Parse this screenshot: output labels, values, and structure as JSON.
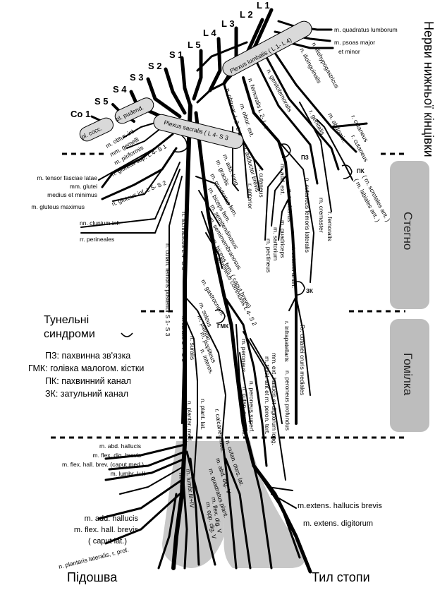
{
  "title": "Нерви нижньої кінцівки",
  "regions": {
    "thigh": "Стегно",
    "shin": "Гомілка"
  },
  "foot_labels": {
    "sole": "Підошва",
    "dorsum": "Тил стопи"
  },
  "roots": [
    "L 1",
    "L 2",
    "L 3",
    "L 4",
    "L 5",
    "S 1",
    "S 2",
    "S 3",
    "S 4",
    "S 5",
    "Co 1"
  ],
  "plexuses": {
    "lumbalis": "Plexus lumbalis ( L 1- L 4)",
    "sacralis": "Plexus sacralis ( L 4- S 3",
    "pudendus": "pl. pudend.",
    "coccygeus": "pl. cocc."
  },
  "legend": {
    "heading_line1": "Тунельні",
    "heading_line2": "синдроми",
    "items": [
      "ПЗ: пахвинна зв'язка",
      "ГМК: голівка малогом. кістки",
      "ПК: пахвинний канал",
      "ЗК: затульний канал"
    ]
  },
  "tunnel_marks": [
    "ПЗ",
    "ПК",
    "ЗК",
    "ГМК"
  ],
  "labels": {
    "quadratus_lumborum": "m. quadratus lumborum",
    "psoas_major": "m. psoas major",
    "et_minor": "et minor",
    "iliohypogastricus": "n. iliohypogastricus",
    "ilioinguinalis": "n. ilioinguinalis",
    "genitofemoralis": "n. genitofemoralis",
    "femoralis": "n. femoralis L 2- L 4",
    "obturatorius": "n. obturat. L 2- L 4",
    "r_genitalis": "r. genitalis",
    "r_cutaneus_top": "r. cutaneus",
    "m_abdomin": "m. abdomin.",
    "m_obtur_ext": "m. obtur. ext.",
    "m_obtur_int": "m. obtur. int.",
    "mm_gemelli": "mm. gemelli",
    "m_piriformis": "m. piriformis",
    "gluteus_sup": "n. gluteus sup. L 4- S 1",
    "tensor_1": "m. tensor fasciae latae",
    "tensor_2": "mm. glutei",
    "tensor_3": "medius et minimus",
    "gluteus_inf": "n. gluteus inf. L 5- S 2",
    "gluteus_max": "m. gluteus maximus",
    "clunium_inf": "nn. clunium inf.",
    "rr_perineales": "rr. perineales",
    "cutan_fem_post": "n. cutan. femoris posterior S 1- S 3",
    "ischiadicus": "n. ischiadicus L 4- S 3",
    "adductor_brevis": "m. adductor brevis",
    "add_long": "m. add. long",
    "gracilis": "m. gracilis",
    "quadratus_fem": "m. quadratus fem.",
    "biceps_fem": "m. biceps fem.",
    "semitendinosus": "m. semitendinosus",
    "semimembranosus": "m. semimembranosus",
    "biceps_caput_breve": "m. biceps fem. ( caput breve)",
    "peroneus_communis": "n. peroneus communis L 4- S 2",
    "r_cutaneus_mid": "r. cutaneus",
    "r_anterior": "r. anterior",
    "m_add_ext": "m. add. ext.",
    "m_quadriceps": "m. quadriceps",
    "m_sartorium": "m. sartorium",
    "m_pectineus": "m. pectineus",
    "n_saphenus": "n. saphenus",
    "r_cutanei_anter": "r. cutanei anter.",
    "r_infrapatellaris": "r. infrapatellaris",
    "cut_fem_lat": "n. cutaneus femoris lateralis",
    "m_cremaster": "m. cremaster",
    "r_femoralis": "r. femoralis",
    "scrotales": "( rn. scrotales ant. )",
    "labiales": "( rn. labiales ant. )",
    "r_cutaneus_right": "r. cutaneus",
    "gastrocnem": "m. gastrocnem.",
    "soleus": "m. soleus",
    "plantar": "m. plantar.",
    "popliteus": "m. popliteus",
    "interos": "n. interos.",
    "suralis": "n. suralis",
    "tibialis": "n. tibialis L 4- S 3",
    "m_peroneus": "m. peroneus",
    "peroneus_superf": "n. peroneus superf.",
    "cutan_surae_lat": "n. cutan. surae lat.",
    "peroneus_profundus": "n. peroneus profundus",
    "mm_ext_hallucis": "mm. ext. hallucis et digitorum long.",
    "tibial_ant": "m. tibial. ant et m. peron. tert.",
    "rr_cutanei_cruris": "Rr. cutanei cruris mediales",
    "plantar_lat": "n. plant. lat.",
    "plantar_med": "n. plantar. med.",
    "r_calcanei_med": "r. calcanei. med.",
    "cutan_dors_lat": "n. cutan. dors. lat.",
    "abd_dig_v": "m. abd. dig. V",
    "quadratus_plant": "m. quadratus plant.",
    "flex_dig_v": "m. flex. dig. V",
    "opp_dig_v": "m. opp. dig. V",
    "lumbr_iii_iv": "m. lumbr.III+IV",
    "m_interos": "m. interos.",
    "abd_hallucis": "m. abd. hallucis",
    "flex_dig_brevis": "m. flex. dig. brevis",
    "flex_hall_brev": "m. flex. hall. brev. (caput med.)",
    "lumbr_i_ii": "m. lumbr.  I+II",
    "add_hallucis": "m. add. hallucis",
    "flex_hall_brevis": "m. flex. hall. brevis",
    "caput_lat": "( caput lat.)",
    "plantaris_lateralis": "n. plantaris lateralis, r. prof.",
    "extens_hallucis": "m.extens. hallucis brevis",
    "extens_digitorum": "m. extens. digitorum"
  }
}
